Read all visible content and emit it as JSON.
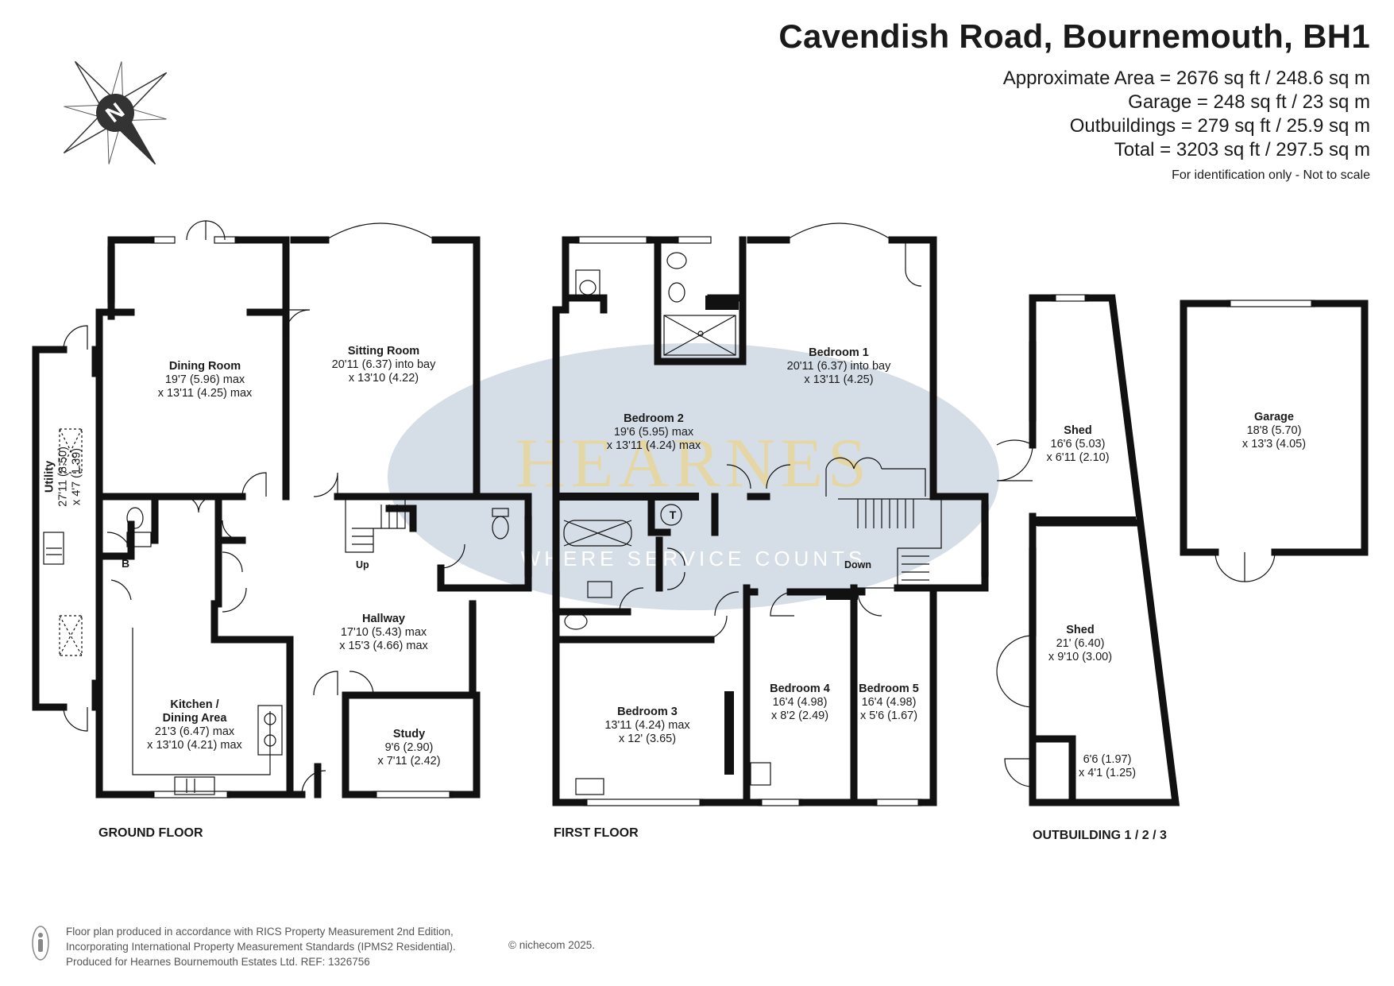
{
  "header": {
    "title": "Cavendish Road, Bournemouth, BH1",
    "approx_area": "Approximate Area = 2676 sq ft / 248.6 sq m",
    "garage_area": "Garage = 248 sq ft / 23 sq m",
    "outbuildings_area": "Outbuildings = 279 sq ft / 25.9 sq m",
    "total_area": "Total = 3203 sq ft / 297.5 sq m",
    "note": "For identification only - Not to scale"
  },
  "watermark": {
    "brand": "HEARNES",
    "tagline": "WHERE SERVICE COUNTS"
  },
  "compass": {
    "label": "N"
  },
  "floors": {
    "ground": {
      "label": "GROUND FLOOR",
      "rooms": {
        "dining": {
          "name": "Dining Room",
          "d1": "19'7 (5.96) max",
          "d2": "x 13'11 (4.25) max"
        },
        "sitting": {
          "name": "Sitting Room",
          "d1": "20'11 (6.37) into bay",
          "d2": "x 13'10 (4.22)"
        },
        "utility": {
          "name": "Utility",
          "d1": "27'11 (8.50)",
          "d2": "x 4'7 (1.39)"
        },
        "hallway": {
          "name": "Hallway",
          "d1": "17'10 (5.43) max",
          "d2": "x 15'3 (4.66) max"
        },
        "kitchen": {
          "name1": "Kitchen /",
          "name2": "Dining Area",
          "d1": "21'3 (6.47) max",
          "d2": "x 13'10 (4.21) max"
        },
        "study": {
          "name": "Study",
          "d1": "9'6 (2.90)",
          "d2": "x 7'11 (2.42)"
        }
      },
      "symbols": {
        "boiler": "B",
        "stairs": "Up"
      }
    },
    "first": {
      "label": "FIRST FLOOR",
      "rooms": {
        "bedroom1": {
          "name": "Bedroom 1",
          "d1": "20'11 (6.37) into bay",
          "d2": "x 13'11 (4.25)"
        },
        "bedroom2": {
          "name": "Bedroom 2",
          "d1": "19'6 (5.95) max",
          "d2": "x 13'11 (4.24) max"
        },
        "bedroom3": {
          "name": "Bedroom 3",
          "d1": "13'11 (4.24) max",
          "d2": "x 12' (3.65)"
        },
        "bedroom4": {
          "name": "Bedroom 4",
          "d1": "16'4 (4.98)",
          "d2": "x 8'2 (2.49)"
        },
        "bedroom5": {
          "name": "Bedroom 5",
          "d1": "16'4 (4.98)",
          "d2": "x 5'6 (1.67)"
        }
      },
      "symbols": {
        "tank": "T",
        "stairs": "Down"
      }
    },
    "outbuildings": {
      "label": "OUTBUILDING 1 / 2 / 3",
      "rooms": {
        "shed1": {
          "name": "Shed",
          "d1": "16'6 (5.03)",
          "d2": "x 6'11 (2.10)"
        },
        "shed2": {
          "name": "Shed",
          "d1": "21' (6.40)",
          "d2": "x 9'10 (3.00)"
        },
        "store": {
          "d1": "6'6 (1.97)",
          "d2": "x 4'1 (1.25)"
        }
      }
    },
    "garage": {
      "rooms": {
        "garage": {
          "name": "Garage",
          "d1": "18'8 (5.70)",
          "d2": "x 13'3 (4.05)"
        }
      }
    }
  },
  "footer": {
    "line1": "Floor plan produced in accordance with RICS Property Measurement 2nd Edition,",
    "line2": "Incorporating International Property Measurement Standards (IPMS2 Residential).",
    "line3": "Produced for Hearnes Bournemouth Estates Ltd.   REF:   1326756",
    "copyright": "© nichecom 2025."
  }
}
